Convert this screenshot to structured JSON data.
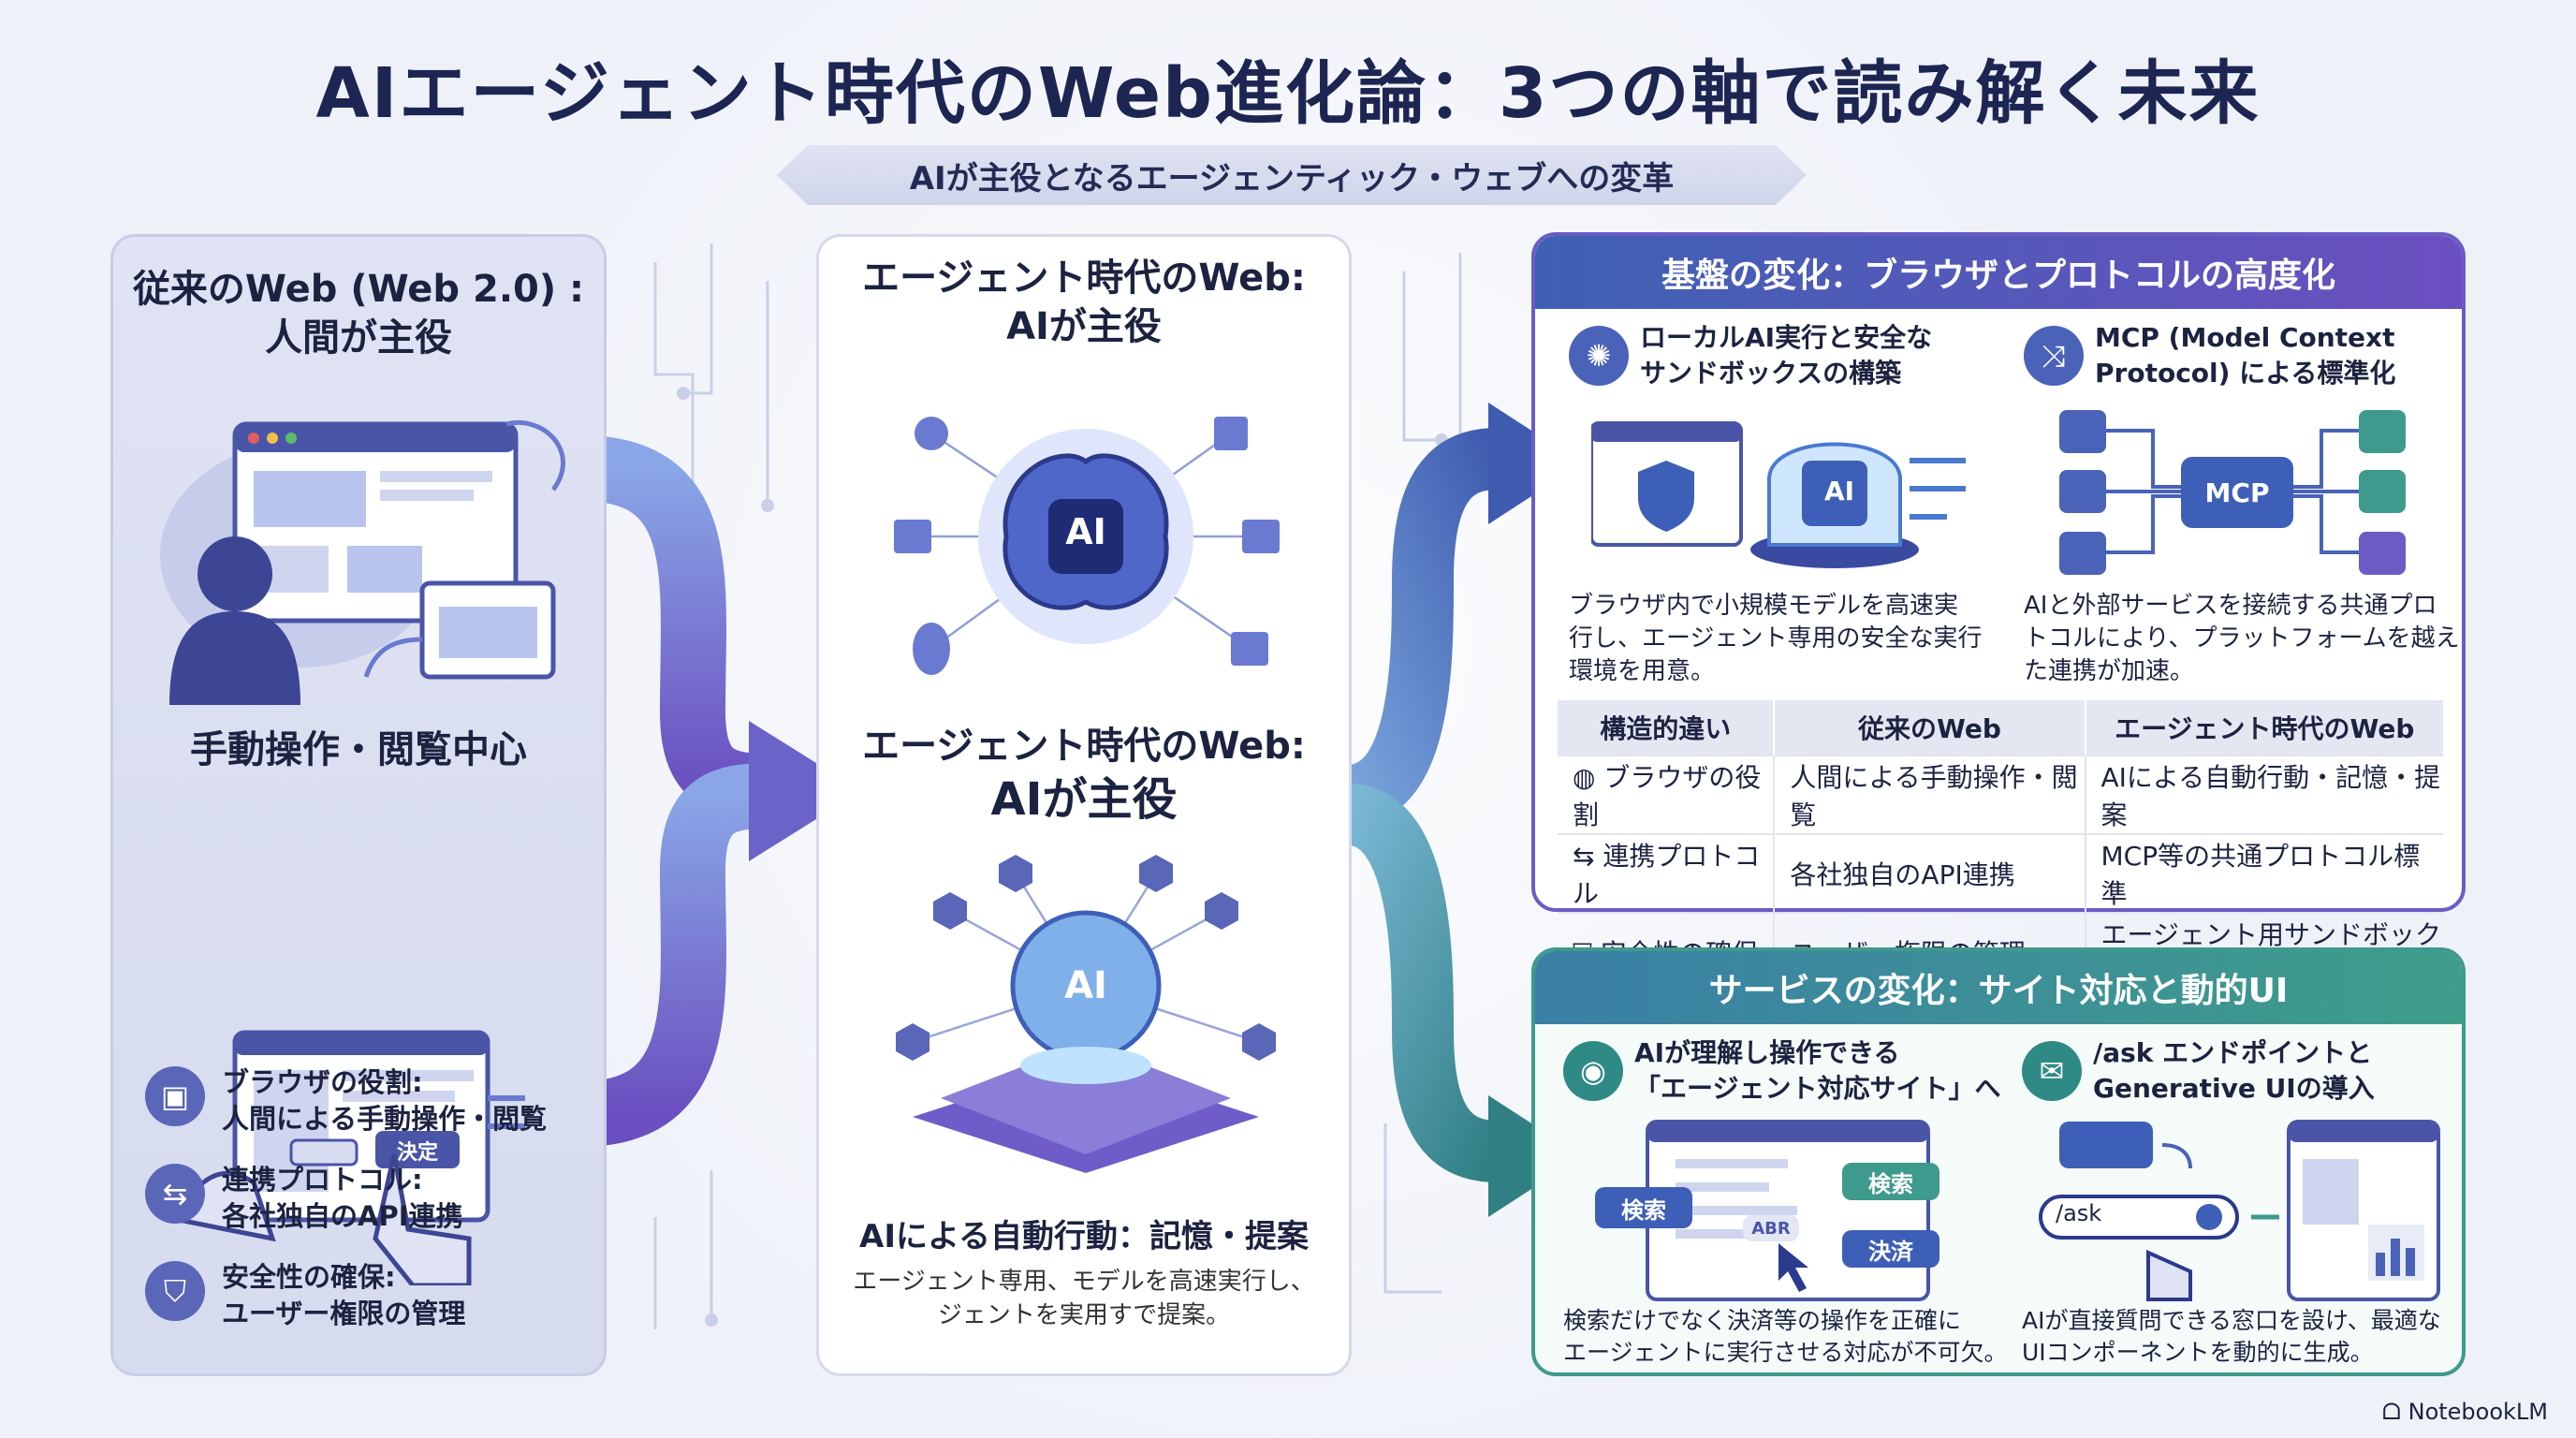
{
  "title": "AIエージェント時代のWeb進化論：3つの軸で読み解く未来",
  "subtitle": "AIが主役となるエージェンティック・ウェブへの変革",
  "left": {
    "heading_line1": "従来のWeb (Web 2.0) :",
    "heading_line2": "人間が主役",
    "section_label": "手動操作・閲覧中心",
    "button_label": "決定",
    "items": [
      {
        "icon": "browser-icon",
        "line1": "ブラウザの役割:",
        "line2": "人間による手動操作・閲覧"
      },
      {
        "icon": "swap-arrows-icon",
        "line1": "連携プロトコル:",
        "line2": "各社独自のAPI連携"
      },
      {
        "icon": "shield-icon",
        "line1": "安全性の確保:",
        "line2": "ユーザー権限の管理"
      }
    ]
  },
  "center": {
    "heading_line1": "エージェント時代のWeb:",
    "heading_line2": "AIが主役",
    "mid_line1": "エージェント時代のWeb:",
    "mid_line2": "AIが主役",
    "ai_label": "AI",
    "ai_label2": "AI",
    "bottom_title": "AIによる自動行動：記憶・提案",
    "bottom_line1": "エージェント専用、モデルを高速実行し、",
    "bottom_line2": "ジェントを実用すで提案。"
  },
  "top_right": {
    "banner": "基盤の変化：ブラウザとプロトコルの高度化",
    "col1_title_line1": "ローカルAI実行と安全な",
    "col1_title_line2": "サンドボックスの構築",
    "col1_desc_line1": "ブラウザ内で小規模モデルを高速実",
    "col1_desc_line2": "行し、エージェント専用の安全な実行",
    "col1_desc_line3": "環境を用意。",
    "col1_ai_chip": "AI",
    "col2_title_line1": "MCP (Model Context",
    "col2_title_line2": "Protocol) による標準化",
    "col2_mcp_chip": "MCP",
    "col2_desc_line1": "AIと外部サービスを接続する共通プロ",
    "col2_desc_line2": "トコルにより、プラットフォームを越え",
    "col2_desc_line3": "た連携が加速。",
    "table": {
      "headers": [
        "構造的違い",
        "従来のWeb",
        "エージェント時代のWeb"
      ],
      "rows": [
        {
          "icon": "globe-icon",
          "cells": [
            "ブラウザの役割",
            "人間による手動操作・閲覧",
            "AIによる自動行動・記憶・提案"
          ]
        },
        {
          "icon": "swap-arrows-icon",
          "cells": [
            "連携プロトコル",
            "各社独自のAPI連携",
            "MCP等の共通プロトコル標準"
          ]
        },
        {
          "icon": "shield-check-icon",
          "cells": [
            "安全性の確保",
            "ユーザー権限の管理",
            "エージェント用サンドボックス"
          ]
        }
      ]
    }
  },
  "bottom_right": {
    "banner": "サービスの変化：サイト対応と動的UI",
    "col1_title_line1": "AIが理解し操作できる",
    "col1_title_line2": "「エージェント対応サイト」へ",
    "chip_search_left": "検索",
    "chip_search_right": "検索",
    "chip_pay": "決済",
    "chip_abr": "ABR",
    "col1_desc_line1": "検索だけでなく決済等の操作を正確に",
    "col1_desc_line2": "エージェントに実行させる対応が不可欠。",
    "col2_title_line1": "/ask エンドポイントと",
    "col2_title_line2": "Generative UIの導入",
    "ask_input": "/ask",
    "col2_desc_line1": "AIが直接質問できる窓口を設け、最適な",
    "col2_desc_line2": "UIコンポーネントを動的に生成。"
  },
  "footer_brand": "NotebookLM",
  "colors": {
    "navy": "#1d2552",
    "purple": "#6a5cc4",
    "teal": "#3e9a8c",
    "blue": "#3f61b3"
  }
}
